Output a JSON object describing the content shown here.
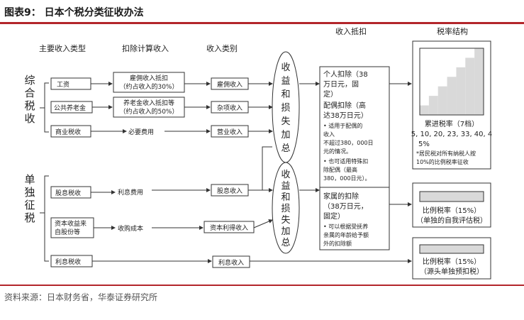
{
  "header": {
    "title": "图表9：  日本个税分类征收办法"
  },
  "source": "资料来源：日本财务省，华泰证券研究所",
  "columns": {
    "income_type": "主要收入类型",
    "deduction_calc": "扣除计算收入",
    "income_category": "收入类别",
    "deduction": "收入抵扣",
    "tax_rate": "税率结构"
  },
  "groups": {
    "comprehensive": "综合税收",
    "separate": "单独征税"
  },
  "income_types": {
    "wage": "工资",
    "pension": "公共养老金",
    "business": "商业税收",
    "dividend": "股息税收",
    "capital_gain_l1": "资本收益来",
    "capital_gain_l2": "自股份等",
    "interest": "利息税收"
  },
  "deduction_calc": {
    "wage_l1": "雇佣收入抵扣",
    "wage_l2": "（约占收入的30%）",
    "pension_l1": "养老金收入抵扣等",
    "pension_l2": "（约占收入的50%）",
    "business": "必要费用",
    "dividend": "利息费用",
    "capital": "收购成本"
  },
  "income_category": {
    "employment": "雇佣收入",
    "misc": "杂项收入",
    "business": "营业收入",
    "dividend": "股息收入",
    "capital": "资本利得收入",
    "interest": "利息收入"
  },
  "ovals": {
    "top": [
      "收",
      "益",
      "和",
      "损",
      "失",
      "加",
      "总"
    ],
    "bottom": [
      "收",
      "益",
      "和",
      "损",
      "失",
      "加",
      "总"
    ]
  },
  "deduction_box": {
    "lines": [
      "个人扣除（38",
      "万日元，固",
      "定）",
      "配偶扣除（高",
      "达38万日元）",
      "• 适用于配偶的",
      "收入",
      "不超过380，000日",
      "元的情况。",
      "• 也可适用特殊扣",
      "除配偶（最高",
      "380，000日元）。",
      "家属的扣除",
      "（38万日元，",
      "固定）",
      "• 可以根据受抚养",
      "亲属的年龄给予额",
      "外的扣除额"
    ]
  },
  "tax_boxes": {
    "progressive": {
      "l1": "累进税率（7档）",
      "l2": "5, 10, 20, 23, 33, 40, 4",
      "l3": "5%",
      "l4": "*居民税对所有纳税人按",
      "l5": "10%的比例税率征收",
      "steps": 7
    },
    "flat_self": {
      "l1": "比例税率（15%）",
      "l2": "（单独的自我评估税）"
    },
    "flat_withholding": {
      "l1": "比例税率（15%）",
      "l2": "（源头单独预扣税）"
    }
  },
  "colors": {
    "accent": "#b3262b",
    "fill": "#d9d9d9",
    "stroke": "#333333"
  }
}
